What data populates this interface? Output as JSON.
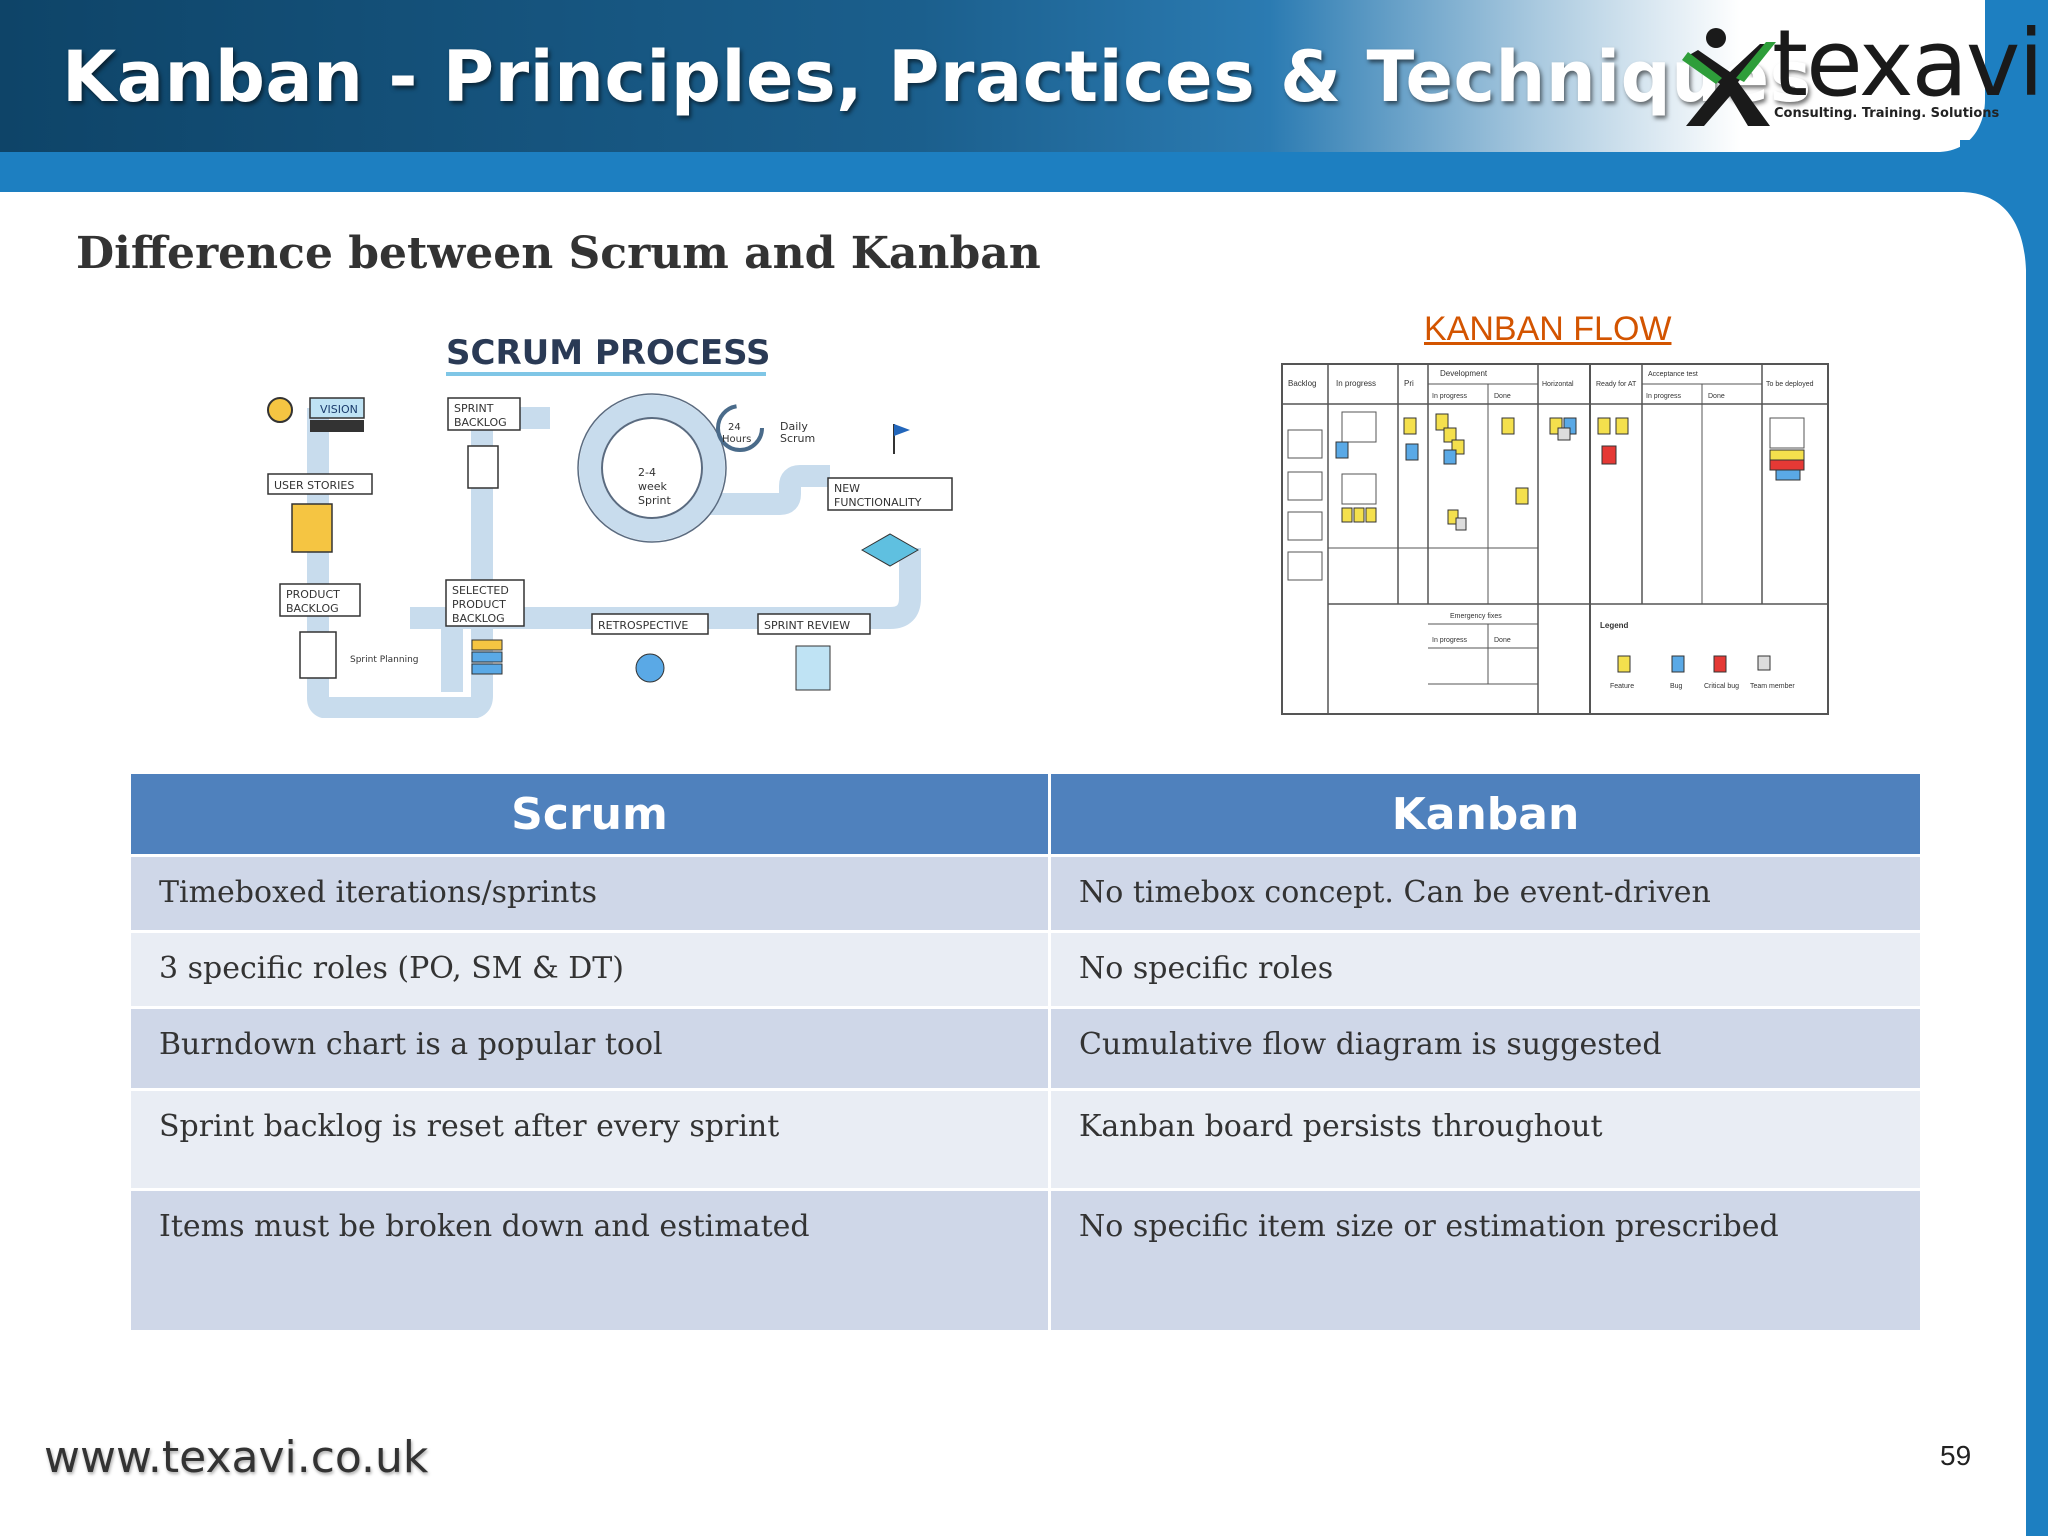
{
  "header": {
    "title": "Kanban - Principles, Practices & Techniques",
    "logo_text": "texavi",
    "logo_tagline": "Consulting. Training. Solutions"
  },
  "section_heading": "Difference between Scrum and Kanban",
  "scrum_diagram": {
    "title": "SCRUM PROCESS",
    "labels": {
      "vision": "VISION",
      "user_stories": "USER STORIES",
      "product_backlog_1": "PRODUCT",
      "product_backlog_2": "BACKLOG",
      "sprint_backlog_1": "SPRINT",
      "sprint_backlog_2": "BACKLOG",
      "selected_1": "SELECTED",
      "selected_2": "PRODUCT",
      "selected_3": "BACKLOG",
      "sprint_planning": "Sprint Planning",
      "sprint_1": "2-4",
      "sprint_2": "week",
      "sprint_3": "Sprint",
      "hours_1": "24",
      "hours_2": "Hours",
      "daily_1": "Daily",
      "daily_2": "Scrum",
      "new_func_1": "NEW",
      "new_func_2": "FUNCTIONALITY",
      "retrospective": "RETROSPECTIVE",
      "sprint_review": "SPRINT REVIEW"
    }
  },
  "kanban_diagram": {
    "title": "KANBAN FLOW",
    "columns": [
      "Backlog",
      "In progress",
      "Pri",
      "Development",
      "Horizontal",
      "Ready for AT",
      "Acceptance test",
      "To be deployed"
    ],
    "subcolumns": {
      "development": [
        "In progress",
        "Done"
      ],
      "acceptance": [
        "In progress",
        "Done"
      ]
    },
    "lanes": {
      "emergency": "Emergency fixes",
      "emergency_sub": [
        "In progress",
        "Done"
      ]
    },
    "legend": {
      "title": "Legend",
      "items": [
        "Feature",
        "Bug",
        "Critical bug",
        "Team member"
      ]
    },
    "colors": {
      "feature": "#f4e04d",
      "bug": "#5aa9e6",
      "critical_bug": "#e53935"
    }
  },
  "comparison_table": {
    "headers": [
      "Scrum",
      "Kanban"
    ],
    "rows": [
      [
        "Timeboxed iterations/sprints",
        "No timebox concept. Can be event-driven"
      ],
      [
        "3 specific roles (PO, SM & DT)",
        "No specific roles"
      ],
      [
        "Burndown chart is a popular tool",
        "Cumulative flow diagram is suggested"
      ],
      [
        "Sprint backlog is reset after every sprint",
        "Kanban board persists throughout"
      ],
      [
        "Items must be broken down and estimated",
        "No specific item size or estimation prescribed"
      ]
    ]
  },
  "footer": {
    "url": "www.texavi.co.uk",
    "page_number": "59"
  },
  "colors": {
    "banner_dark": "#0f4a72",
    "banner_accent": "#1d7fc1",
    "table_header": "#4f81bd",
    "row_odd": "#cfd7e8",
    "row_even": "#e9edf4",
    "link": "#d35400"
  }
}
